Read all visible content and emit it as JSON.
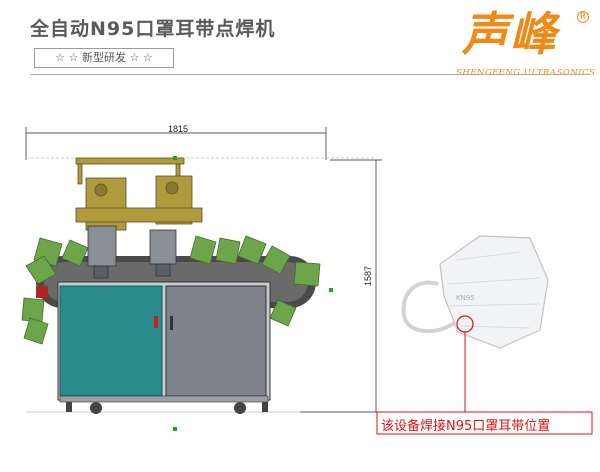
{
  "header": {
    "title": "全自动N95口罩耳带点焊机",
    "subtitle": "☆ ☆ 新型研发 ☆ ☆"
  },
  "brand": {
    "name_cn": "声峰",
    "registered_mark": "R",
    "name_en": "SHENGFENG ULTRASONICS",
    "color": "#f08a16"
  },
  "drawing": {
    "width_label": "1815",
    "height_label": "1587",
    "accent_colors": {
      "frame": "#2a8b8b",
      "gearbox": "#b09a3e",
      "flaps": "#6fa54a",
      "body": "#c8ccd0"
    }
  },
  "callout": {
    "text": "该设备焊接N95口罩耳带位置",
    "color": "#e01010"
  }
}
